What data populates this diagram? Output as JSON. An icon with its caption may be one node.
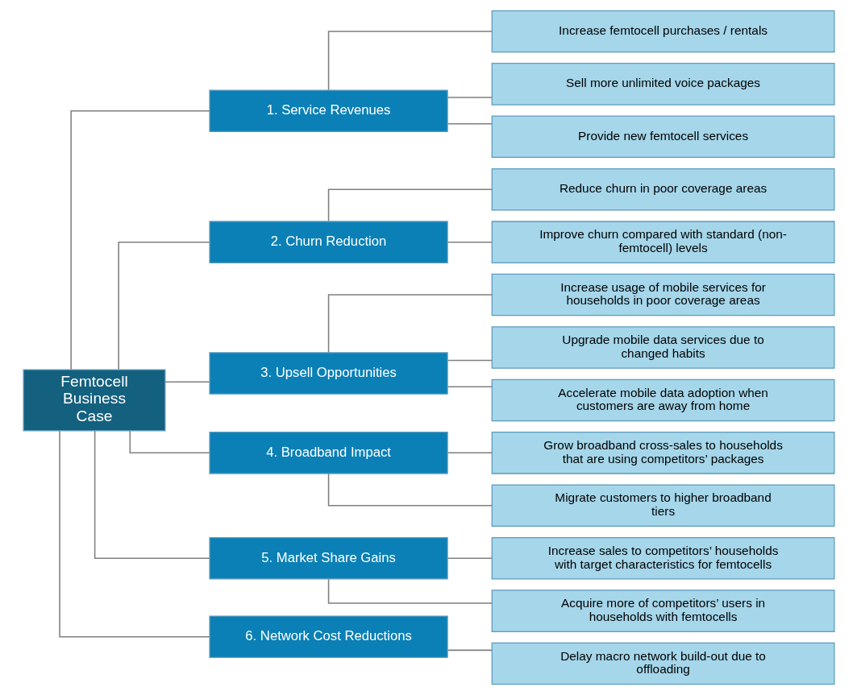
{
  "diagram": {
    "nodes": [
      {
        "text": [
          "Femtocell Business Case"
        ]
      },
      {
        "text": [
          "1. Service Revenues"
        ]
      },
      {
        "text": [
          "Increase femtocell purchases / rentals"
        ]
      },
      {
        "text": [
          "Sell more unlimited voice packages"
        ]
      },
      {
        "text": [
          "Provide new femtocell services"
        ]
      },
      {
        "text": [
          "2. Churn Reduction"
        ]
      },
      {
        "text": [
          "Reduce churn in poor coverage areas"
        ]
      },
      {
        "text": [
          "Improve churn compared with standard (non-femtocell) levels"
        ]
      },
      {
        "text": [
          "3. Upsell Opportunities"
        ]
      },
      {
        "text": [
          "Increase usage of mobile services for households in poor coverage areas"
        ]
      },
      {
        "text": [
          "Upgrade mobile data services due to changed habits"
        ]
      },
      {
        "text": [
          "Accelerate mobile data adoption when customers are away from home"
        ]
      },
      {
        "text": [
          "4. Broadband Impact"
        ]
      },
      {
        "text": [
          "Grow broadband cross-sales to households that are using competitors’ packages"
        ]
      },
      {
        "text": [
          "Migrate customers to higher broadband tiers"
        ]
      },
      {
        "text": [
          "5. Market Share Gains"
        ]
      },
      {
        "text": [
          "Increase sales to competitors’ households with target characteristics for femtocells"
        ]
      },
      {
        "text": [
          "Acquire more of competitors’ users in households with femtocells"
        ]
      },
      {
        "text": [
          "6. Network Cost Reductions"
        ]
      },
      {
        "text": [
          "Delay macro network build-out due to offloading"
        ]
      }
    ],
    "edges": [
      {
        "from": 0,
        "to": 1,
        "arrow": "none"
      },
      {
        "from": 0,
        "to": 5,
        "arrow": "none"
      },
      {
        "from": 0,
        "to": 8,
        "arrow": "none"
      },
      {
        "from": 0,
        "to": 12,
        "arrow": "none"
      },
      {
        "from": 0,
        "to": 15,
        "arrow": "none"
      },
      {
        "from": 0,
        "to": 18,
        "arrow": "none"
      },
      {
        "from": 1,
        "to": 2,
        "arrow": "none"
      },
      {
        "from": 1,
        "to": 3,
        "arrow": "none"
      },
      {
        "from": 1,
        "to": 4,
        "arrow": "none"
      },
      {
        "from": 5,
        "to": 6,
        "arrow": "none"
      },
      {
        "from": 5,
        "to": 7,
        "arrow": "none"
      },
      {
        "from": 8,
        "to": 9,
        "arrow": "none"
      },
      {
        "from": 8,
        "to": 10,
        "arrow": "none"
      },
      {
        "from": 8,
        "to": 11,
        "arrow": "none"
      },
      {
        "from": 12,
        "to": 13,
        "arrow": "none"
      },
      {
        "from": 12,
        "to": 14,
        "arrow": "none"
      },
      {
        "from": 15,
        "to": 16,
        "arrow": "none"
      },
      {
        "from": 15,
        "to": 17,
        "arrow": "none"
      },
      {
        "from": 18,
        "to": 19,
        "arrow": "none"
      }
    ]
  }
}
